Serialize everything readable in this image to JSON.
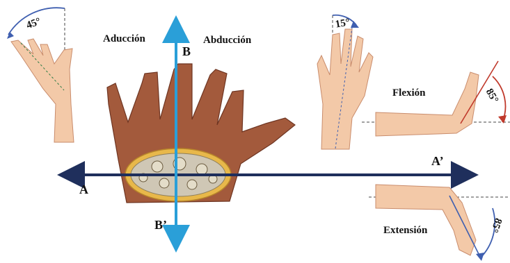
{
  "labels": {
    "aduccion": "Aducción",
    "abduccion": "Abducción",
    "axis_b": "B",
    "axis_b_prime": "B’",
    "axis_a": "A",
    "axis_a_prime": "A’",
    "flexion": "Flexión",
    "extension": "Extensión"
  },
  "angles": {
    "adduction": "45°",
    "abduction": "15°",
    "flexion": "85°",
    "extension": "85°"
  },
  "colors": {
    "horizontal_axis": "#1f2f5c",
    "vertical_axis": "#2a9fd8",
    "arc_red": "#c0392b",
    "arc_blue": "#3f5fb0",
    "skin": "#f3c9a8",
    "palm": "#a35a3c",
    "section_rim": "#e8b84a"
  }
}
